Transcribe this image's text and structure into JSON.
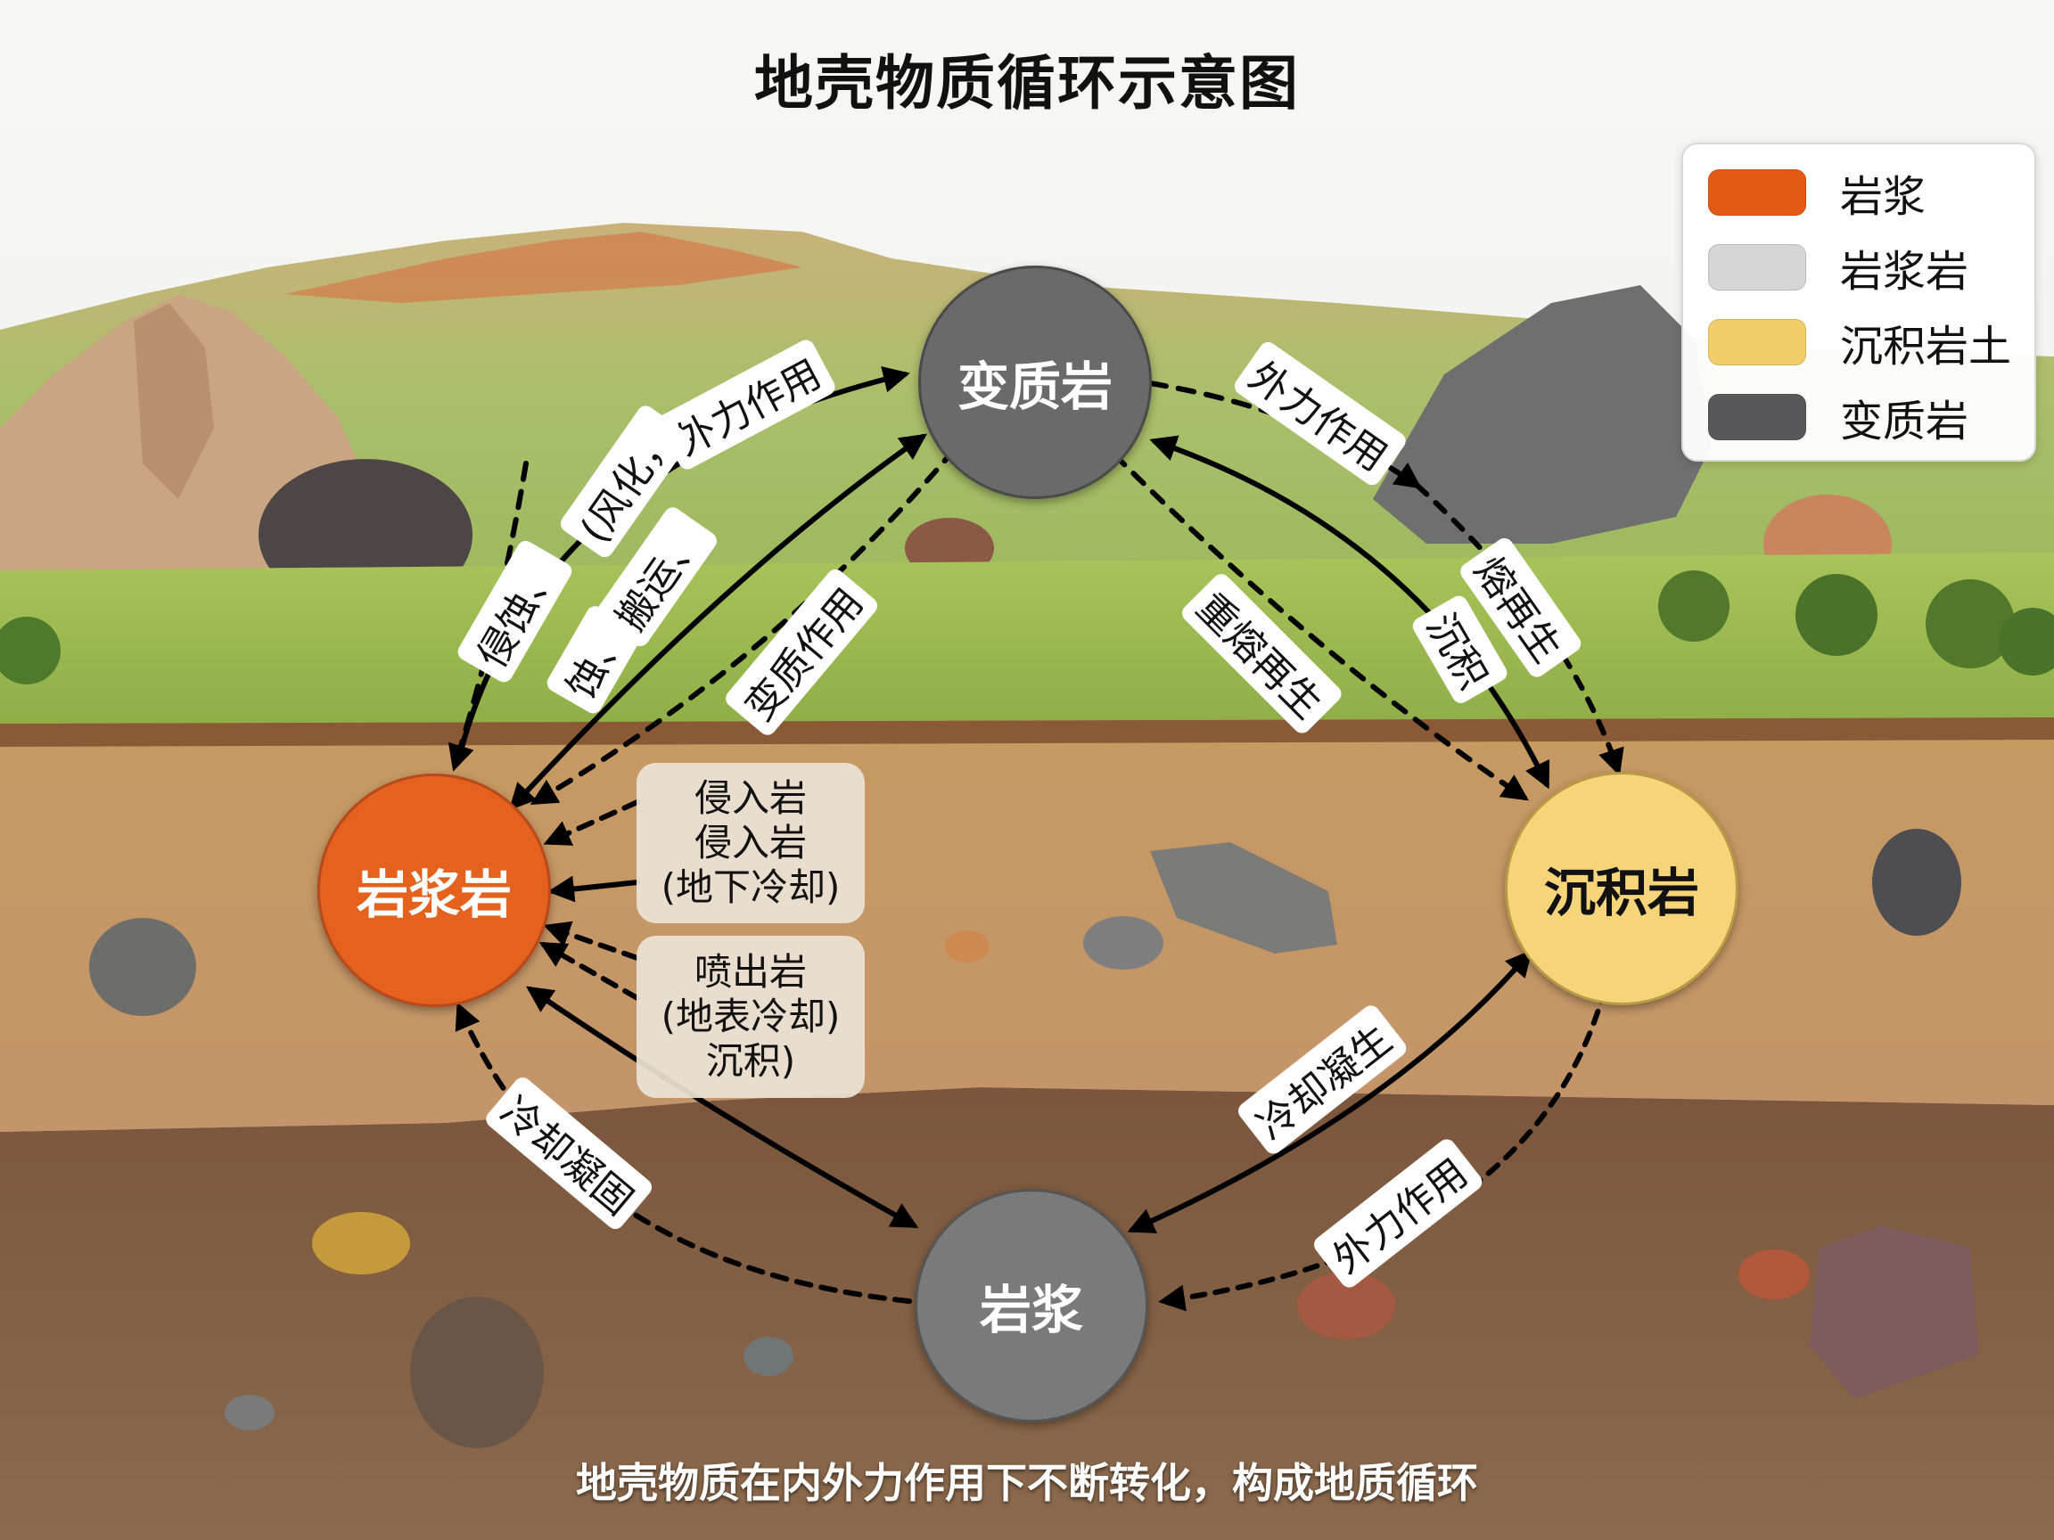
{
  "title": "地壳物质循环示意图",
  "caption": "地壳物质在内外力作用下不断转化，构成地质循环",
  "legend": {
    "items": [
      {
        "label": "岩浆",
        "color": "#e35a17"
      },
      {
        "label": "岩浆岩",
        "color": "#d6d6d6"
      },
      {
        "label": "沉积岩土",
        "color": "#f2cd6a"
      },
      {
        "label": "变质岩",
        "color": "#58585a"
      }
    ]
  },
  "nodes": {
    "metamorphic": {
      "label": "变质岩",
      "color": "#6a6a6a",
      "text_color": "#ffffff"
    },
    "igneous": {
      "label": "岩浆岩",
      "color": "#e4621e",
      "text_color": "#ffffff"
    },
    "sedimentary": {
      "label": "沉积岩",
      "color": "#f5d47a",
      "text_color": "#111111"
    },
    "magma": {
      "label": "岩浆",
      "color": "#7a7a7a",
      "text_color": "#ffffff"
    }
  },
  "arrow_labels": {
    "weathering_line1": "外力作用",
    "weathering_line2": "(风化，",
    "weathering_line3": "侵蚀、",
    "weathering_line4": "搬运、",
    "weathering_line5": "蚀、",
    "metamorphism": "变质作用",
    "external_top_right": "外力作用",
    "remelt": "重熔再生",
    "remelt_right": "熔再生",
    "deposit": "沉积",
    "cooling_left": "冷却凝固",
    "cooling_right": "冷却凝生",
    "external_bottom_right": "外力作用"
  },
  "info_boxes": {
    "intrusive": [
      "侵入岩",
      "侵入岩",
      "(地下冷却)"
    ],
    "extrusive": [
      "喷出岩",
      "(地表冷却)",
      "沉积)"
    ]
  },
  "scene": {
    "sky_color": "#f5f5f3",
    "grass_color": "#9dbb4e",
    "topsoil_color": "#c9a06a",
    "subsoil_color": "#8a6446"
  }
}
